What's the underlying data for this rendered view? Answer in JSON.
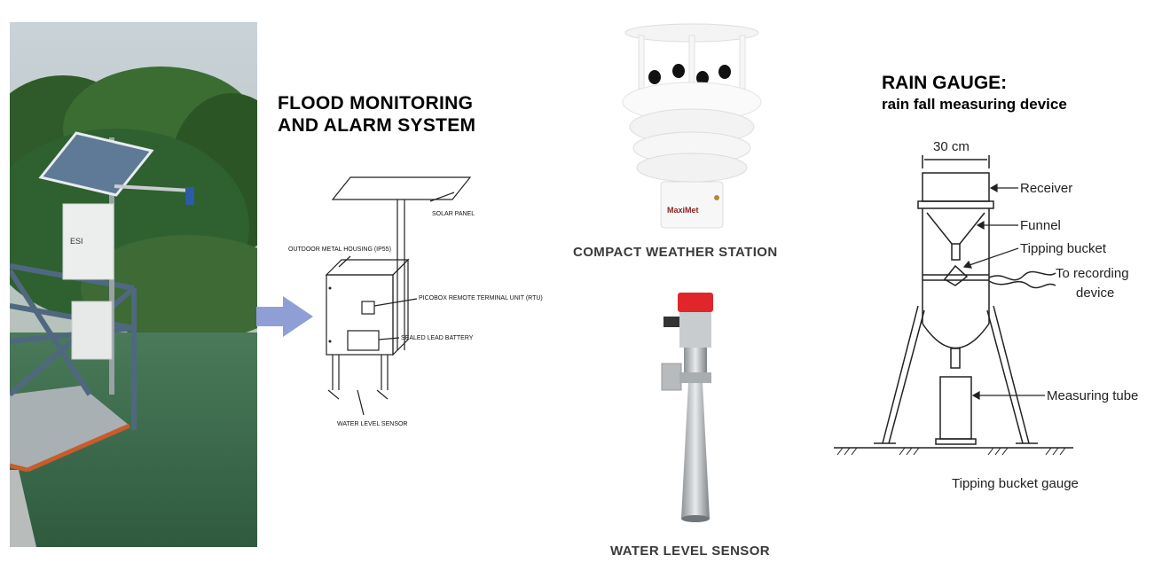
{
  "flood_panel": {
    "title_line1": "FLOOD MONITORING",
    "title_line2": "AND ALARM SYSTEM",
    "labels": {
      "solar_panel": "SOLAR PANEL",
      "housing": "OUTDOOR METAL HOUSING (IP55)",
      "rtu": "PICOBOX REMOTE TERMINAL UNIT (RTU)",
      "battery": "SEALED LEAD BATTERY",
      "sensor": "WATER LEVEL SENSOR"
    }
  },
  "weather_station": {
    "caption": "COMPACT WEATHER STATION",
    "brand": "MaxiMet"
  },
  "water_level": {
    "caption": "WATER LEVEL SENSOR"
  },
  "rain_gauge": {
    "title": "RAIN GAUGE:",
    "subtitle": "rain fall measuring device",
    "width_label": "30 cm",
    "receiver": "Receiver",
    "funnel": "Funnel",
    "bucket": "Tipping bucket",
    "recording_line1": "To recording",
    "recording_line2": "device",
    "tube": "Measuring tube",
    "caption": "Tipping bucket gauge"
  },
  "photo": {
    "box_brand": "ESI"
  },
  "colors": {
    "arrow": "#8f9fd6",
    "sensor_cap": "#e0262b",
    "water": "#3f6b4c"
  }
}
